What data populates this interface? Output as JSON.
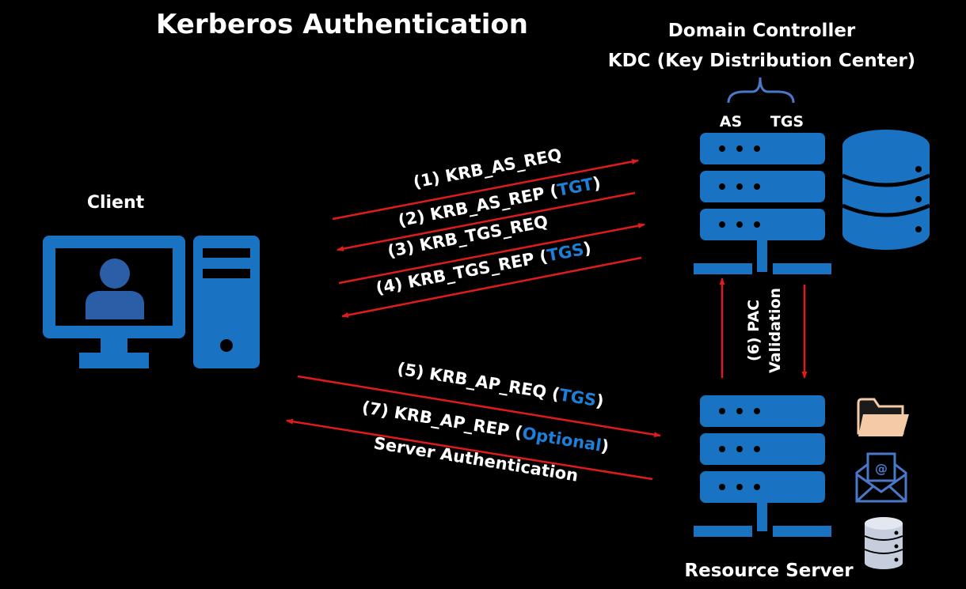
{
  "title": "Kerberos Authentication",
  "kdc": {
    "heading": "Domain Controller",
    "subheading": "KDC (Key Distribution Center)",
    "as_label": "AS",
    "tgs_label": "TGS"
  },
  "client": {
    "label": "Client"
  },
  "resource_server": {
    "label": "Resource Server"
  },
  "messages": {
    "m1": {
      "text": "(1) KRB_AS_REQ"
    },
    "m2": {
      "text": "(2) KRB_AS_REP (",
      "highlight": "TGT",
      "suffix": ")"
    },
    "m3": {
      "text": "(3) KRB_TGS_REQ"
    },
    "m4": {
      "text": "(4) KRB_TGS_REP (",
      "highlight": "TGS",
      "suffix": ")"
    },
    "m5": {
      "text": "(5) KRB_AP_REQ (",
      "highlight": "TGS",
      "suffix": ")"
    },
    "m7": {
      "text": "(7) KRB_AP_REP (",
      "highlight": "Optional",
      "suffix": ")"
    },
    "m7_line2": {
      "text": "Server Authentication"
    }
  },
  "pac": {
    "line1": "(6) PAC",
    "line2": "Validation"
  },
  "colors": {
    "background": "#000000",
    "device_blue": "#1a72c2",
    "highlight_blue": "#1e7fd8",
    "arrow_red": "#e01b1b",
    "brace": "#4a78c8",
    "folder": "#f5cba7"
  },
  "icons": [
    "monitor-icon",
    "user-icon",
    "desktop-tower-icon",
    "server-rack-icon",
    "database-icon",
    "folder-icon",
    "email-icon",
    "small-database-icon"
  ]
}
